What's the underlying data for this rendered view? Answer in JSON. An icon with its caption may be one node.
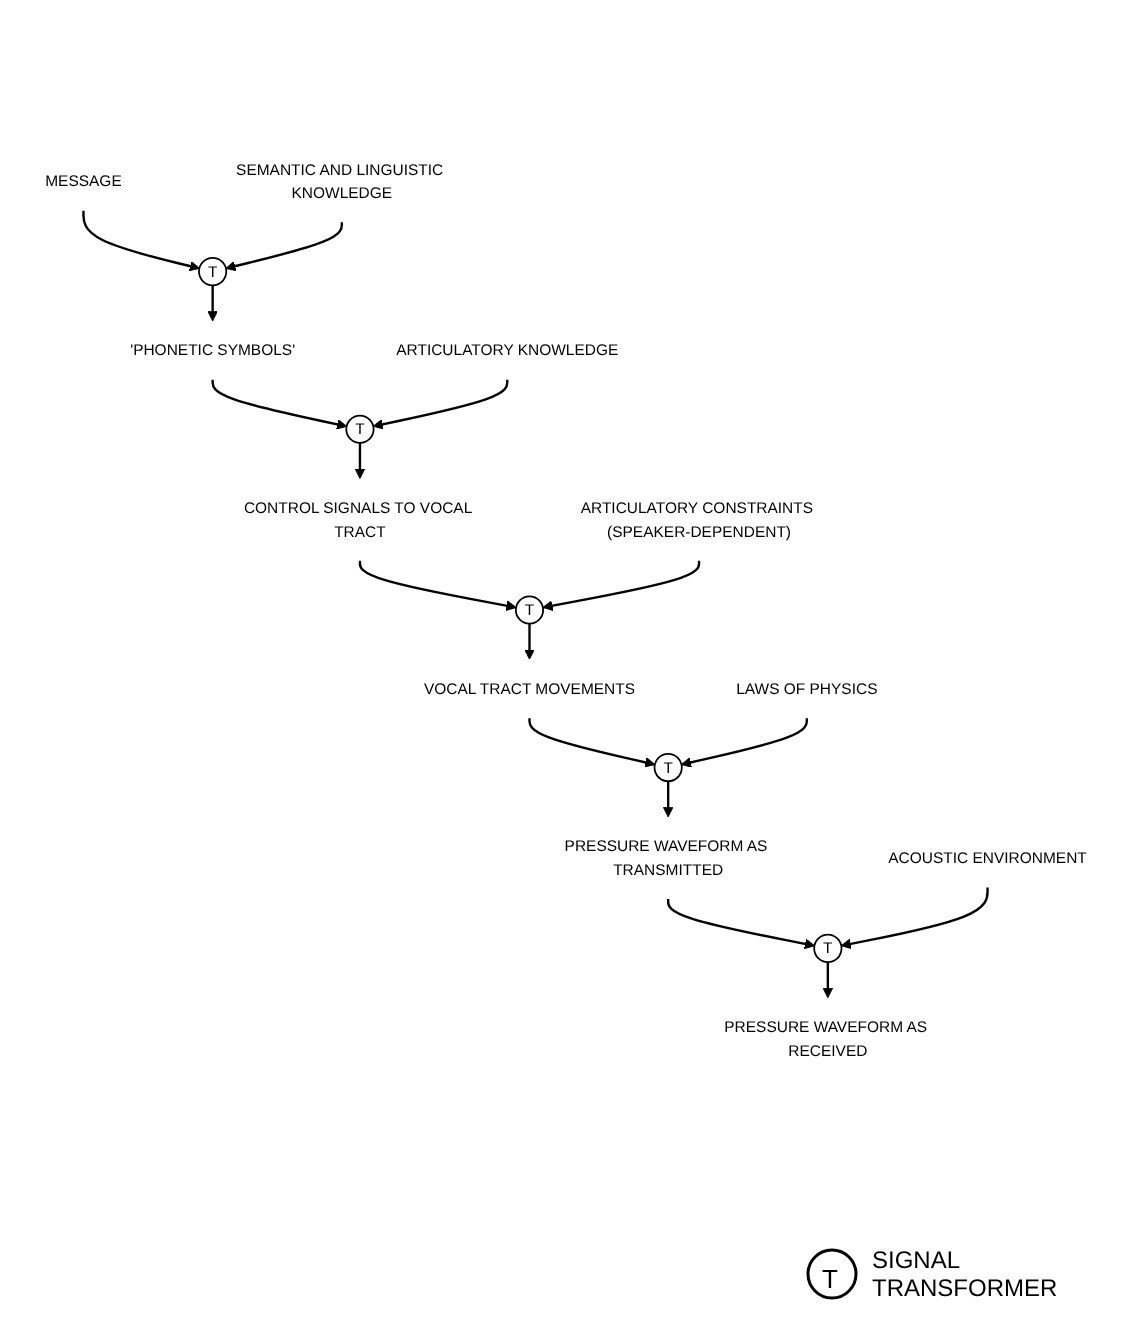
{
  "diagram": {
    "nodes": [
      {
        "text": [
          "MESSAGE"
        ]
      },
      {
        "text": [
          "T"
        ]
      },
      {
        "text": [
          "SEMANTIC AND LINGUISTIC KNOWLEDGE"
        ]
      },
      {
        "text": [
          "'PHONETIC SYMBOLS'"
        ]
      },
      {
        "text": [
          "T"
        ]
      },
      {
        "text": [
          "ARTICULATORY KNOWLEDGE"
        ]
      },
      {
        "text": [
          "CONTROL SIGNALS TO VOCAL TRACT"
        ]
      },
      {
        "text": [
          "ARTICULATORY CONSTRAINTS (SPEAKER-DEPENDENT)"
        ]
      },
      {
        "text": [
          "T"
        ]
      },
      {
        "text": [
          "VOCAL TRACT MOVEMENTS"
        ]
      },
      {
        "text": [
          "LAWS OF PHYSICS"
        ]
      },
      {
        "text": [
          "T"
        ]
      },
      {
        "text": [
          "PRESSURE WAVEFORM AS TRANSMITTED"
        ]
      },
      {
        "text": [
          "ACOUSTIC ENVIRONMENT"
        ]
      },
      {
        "text": [
          "T"
        ]
      },
      {
        "text": [
          "PRESSURE WAVEFORM AS RECEIVED"
        ]
      }
    ],
    "edges": [
      {
        "from": 0,
        "to": 1,
        "arrow": "to"
      },
      {
        "from": 2,
        "to": 1,
        "arrow": "to"
      },
      {
        "from": 1,
        "to": 3,
        "arrow": "to"
      },
      {
        "from": 3,
        "to": 4,
        "arrow": "to"
      },
      {
        "from": 5,
        "to": 4,
        "arrow": "to"
      },
      {
        "from": 4,
        "to": 6,
        "arrow": "to"
      },
      {
        "from": 6,
        "to": 8,
        "arrow": "to"
      },
      {
        "from": 7,
        "to": 8,
        "arrow": "to"
      },
      {
        "from": 8,
        "to": 9,
        "arrow": "to"
      },
      {
        "from": 9,
        "to": 11,
        "arrow": "to"
      },
      {
        "from": 10,
        "to": 11,
        "arrow": "to"
      },
      {
        "from": 11,
        "to": 12,
        "arrow": "to"
      },
      {
        "from": 12,
        "to": 14,
        "arrow": "to"
      },
      {
        "from": 13,
        "to": 14,
        "arrow": "to"
      },
      {
        "from": 14,
        "to": 15,
        "arrow": "to"
      }
    ],
    "labels": [
      "T"
    ],
    "legend": [
      {
        "text": "SIGNAL TRANSFORMER"
      }
    ]
  }
}
